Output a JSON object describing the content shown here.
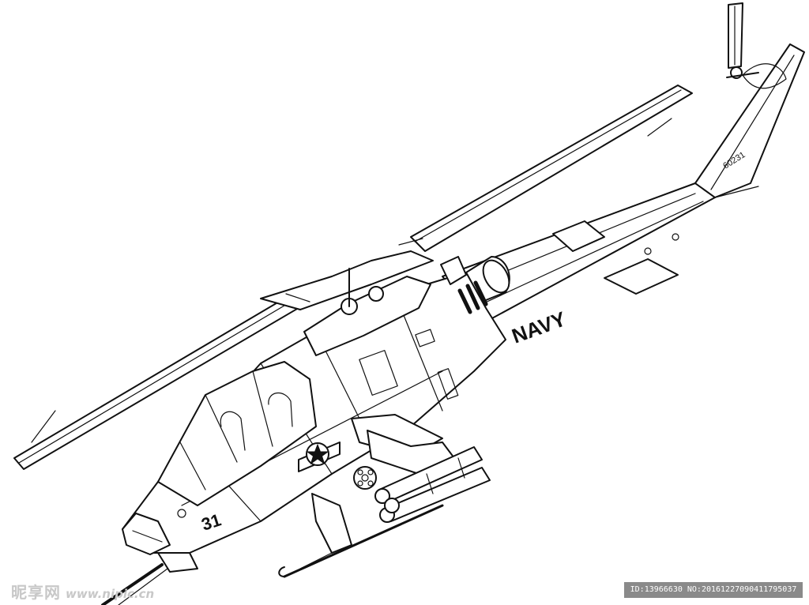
{
  "helicopter": {
    "fuselage_marking": "NAVY",
    "nose_number": "31",
    "tail_number": "60231"
  },
  "watermark": {
    "site_name": "昵享网",
    "site_url": "www.nipic.cn",
    "image_id": "ID:13966630 NO:20161227090411795037"
  },
  "colors": {
    "line": "#111111",
    "background": "#ffffff",
    "id_bar": "#8a8a8a"
  }
}
